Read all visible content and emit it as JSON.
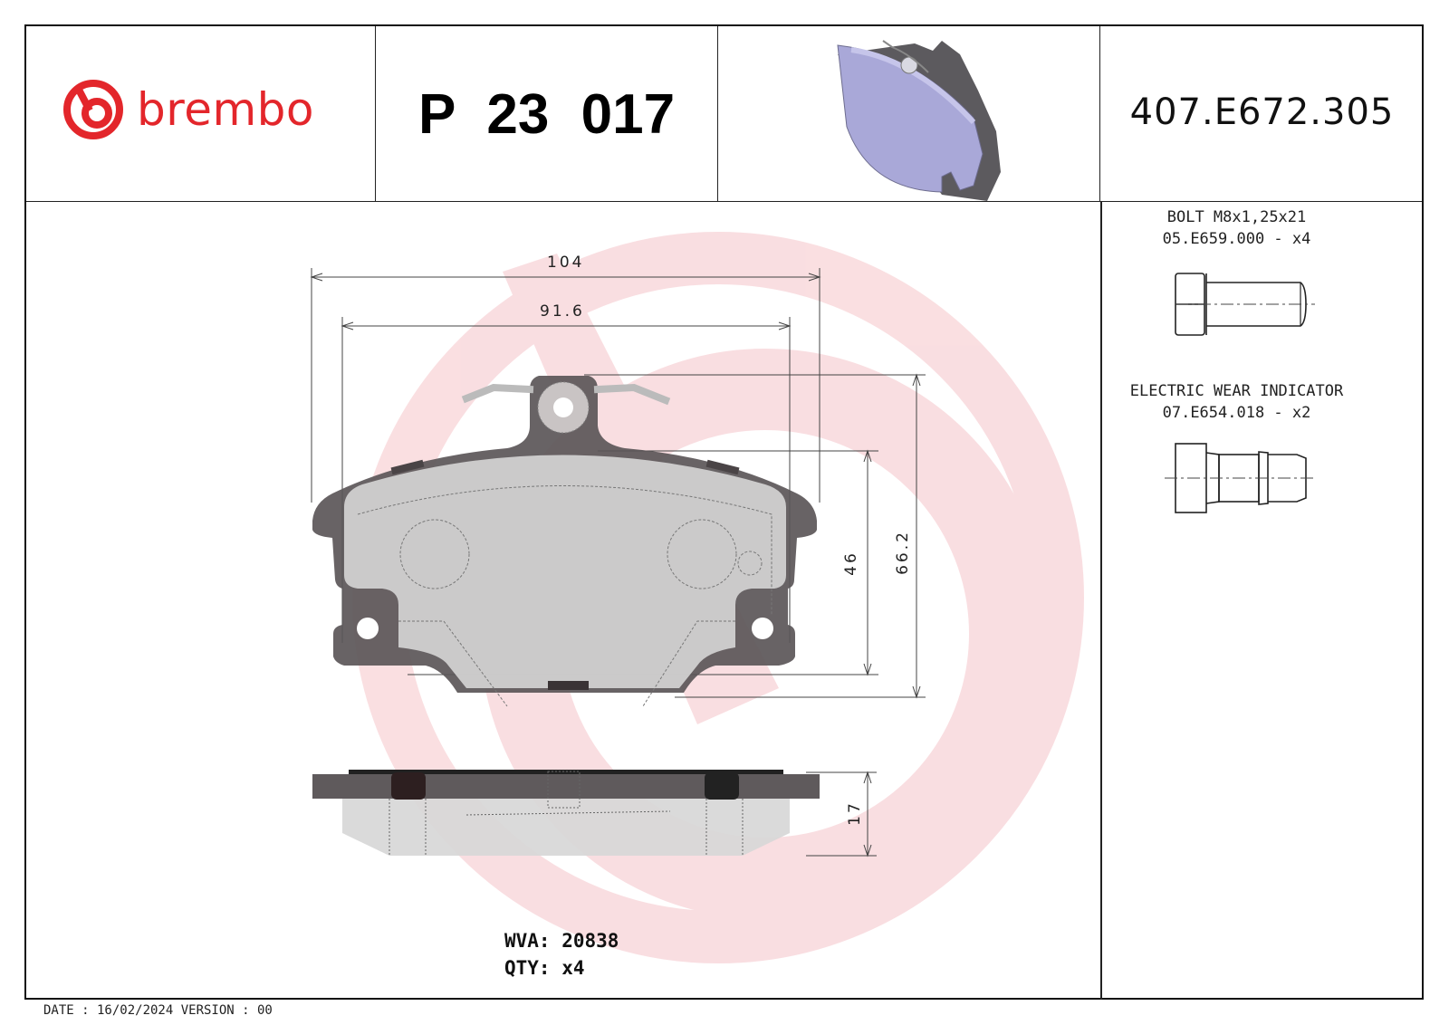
{
  "header": {
    "brand": "brembo",
    "brand_color": "#e3262b",
    "part_number": "P 23 017",
    "reference_code": "407.E672.305"
  },
  "dimensions": {
    "overall_width": "104",
    "friction_width": "91.6",
    "overall_height": "66.2",
    "friction_height": "46",
    "thickness": "17"
  },
  "accessories": [
    {
      "name": "BOLT M8x1,25x21",
      "code_qty": "05.E659.000 - x4",
      "icon": "bolt-icon"
    },
    {
      "name": "ELECTRIC WEAR INDICATOR",
      "code_qty": "07.E654.018 - x2",
      "icon": "wear-indicator-icon"
    }
  ],
  "info": {
    "wva_label": "WVA:",
    "wva_value": "20838",
    "qty_label": "QTY:",
    "qty_value": "x4"
  },
  "footer": {
    "text": "DATE : 16/02/2024 VERSION : 00"
  },
  "colors": {
    "backing_plate": "#5a5557",
    "friction_material": "#d6d6d6",
    "watermark": "#f8d5d8",
    "render_pad": "#a9a8d6"
  }
}
